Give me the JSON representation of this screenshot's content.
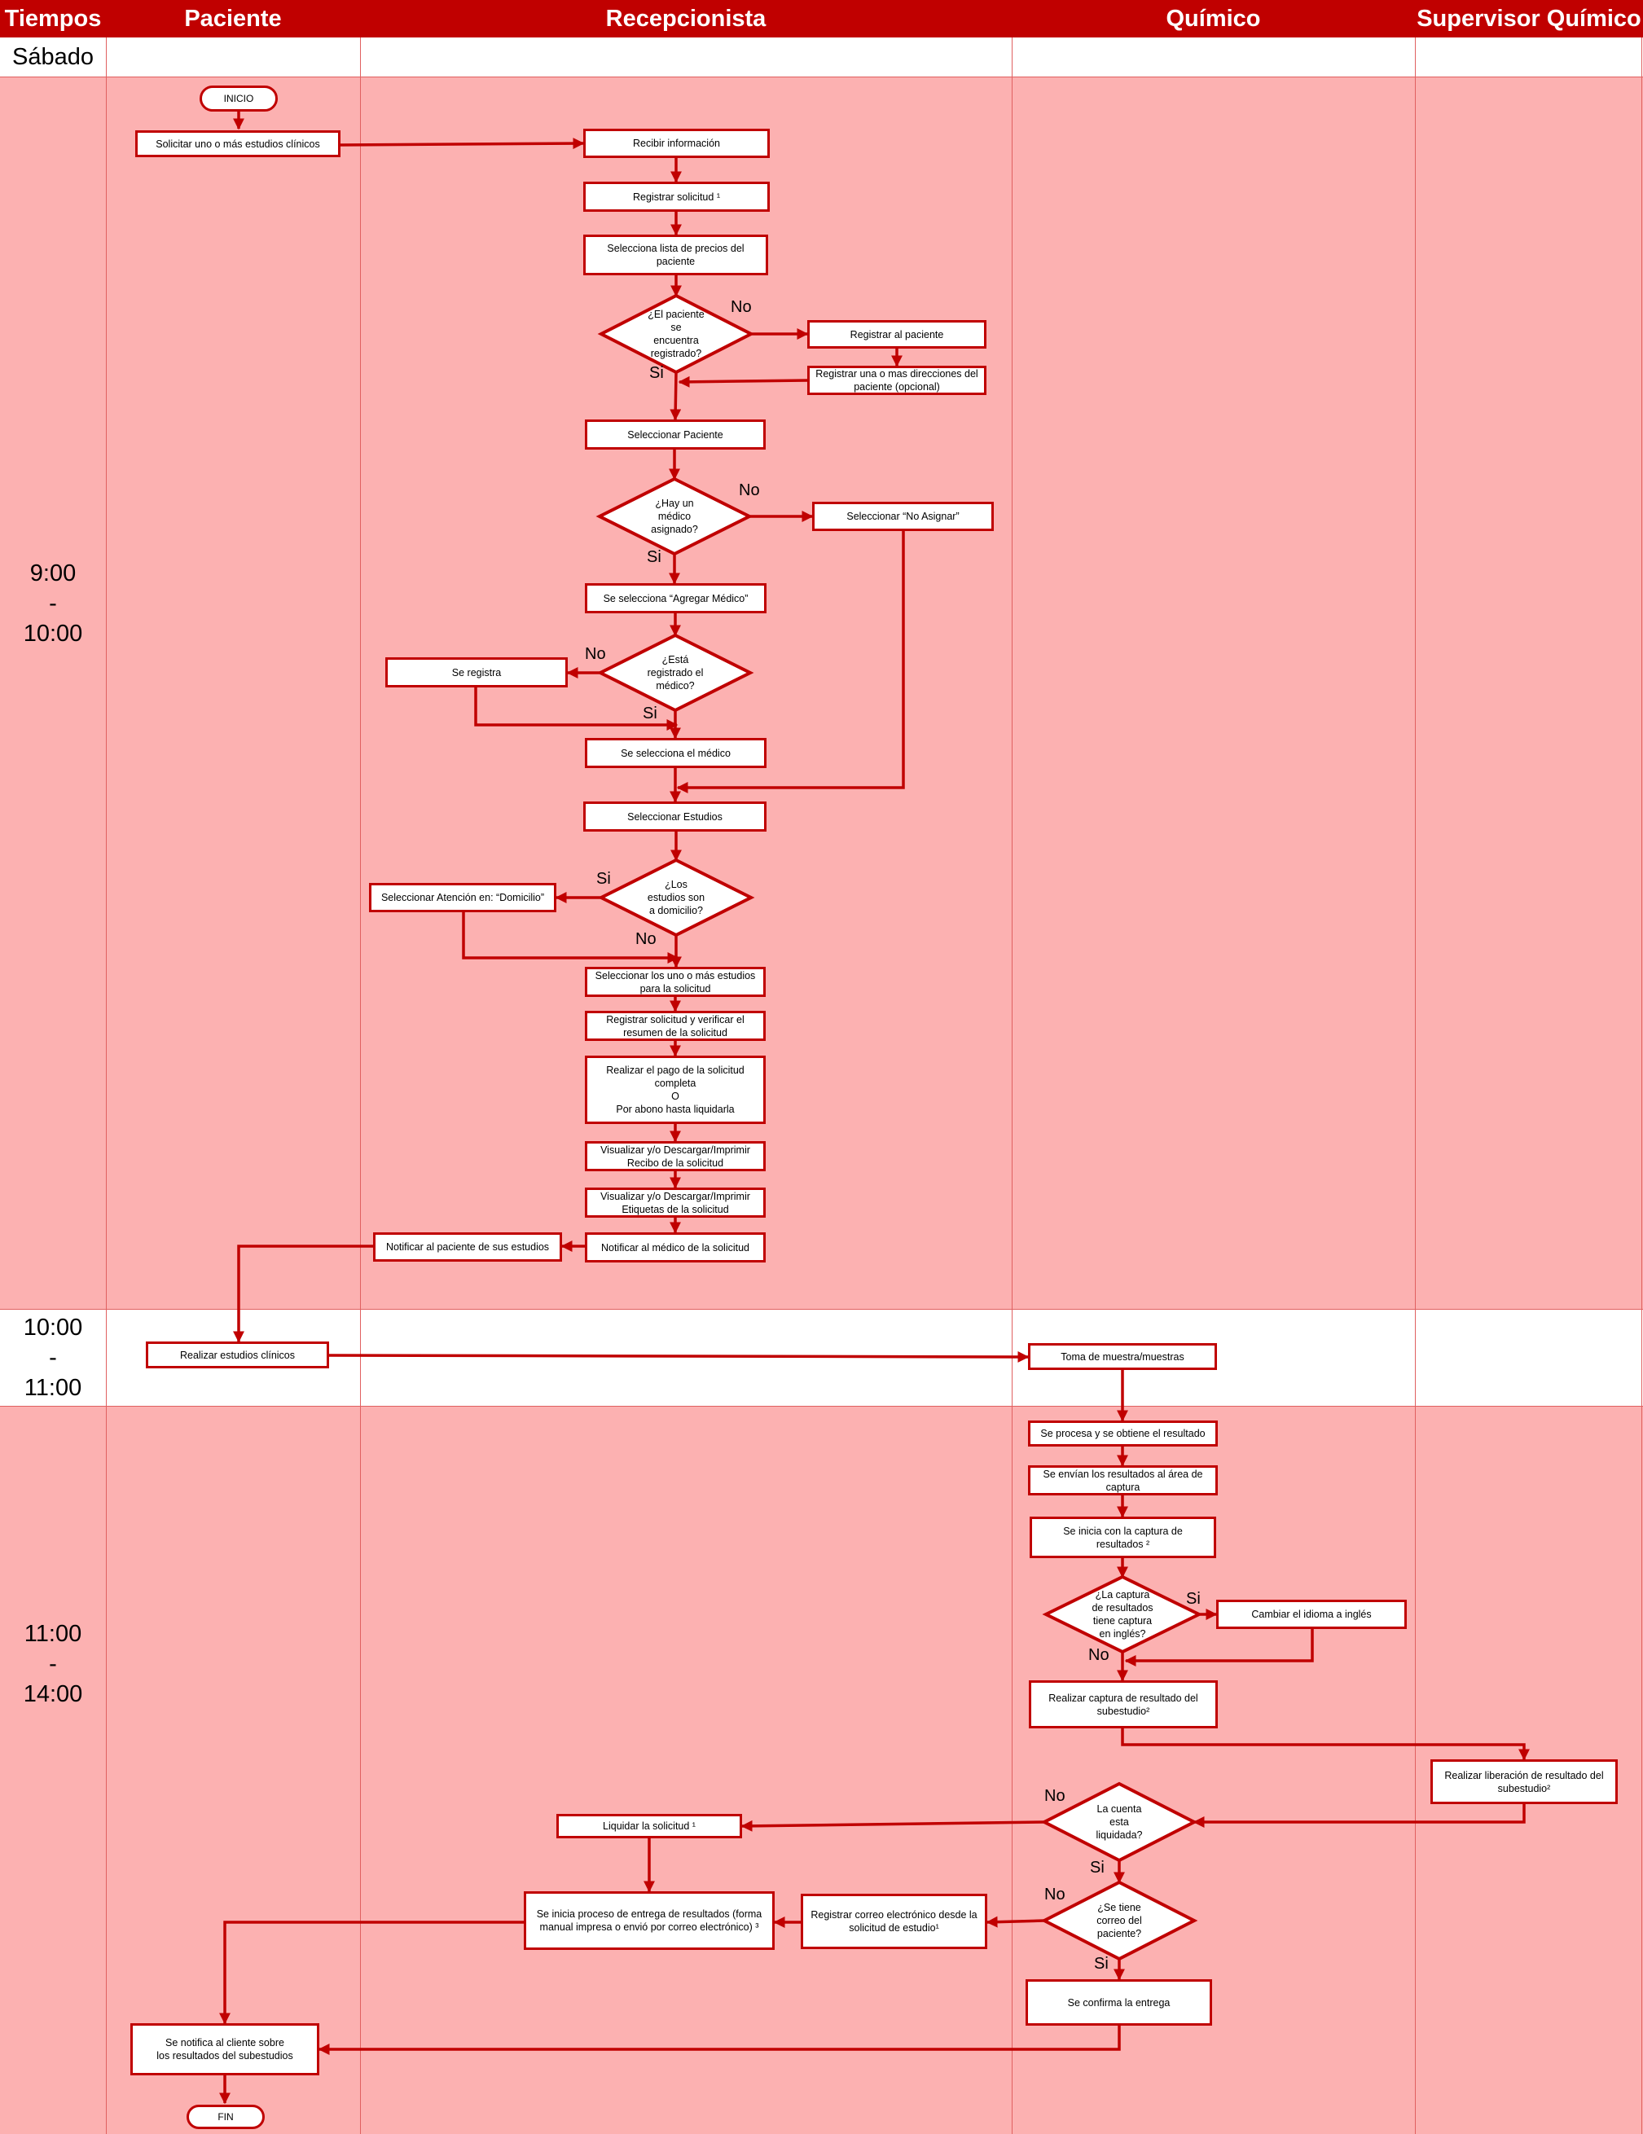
{
  "header": {
    "tiempos": "Tiempos",
    "paciente": "Paciente",
    "recepcionista": "Recepcionista",
    "quimico": "Químico",
    "supervisor": "Supervisor Químico"
  },
  "day": "Sábado",
  "times": [
    {
      "from": "9:00",
      "sep": "-",
      "to": "10:00"
    },
    {
      "from": "10:00",
      "sep": "-",
      "to": "11:00"
    },
    {
      "from": "11:00",
      "sep": "-",
      "to": "14:00"
    }
  ],
  "colors": {
    "header": "#c00000",
    "band_pink": "#fcb1b1",
    "stroke": "#c00000",
    "grid": "#e06060"
  },
  "nodes": {
    "inicio": "INICIO",
    "solicitar": "Solicitar uno o más estudios clínicos",
    "recibir": "Recibir información",
    "registrar_solicitud": "Registrar solicitud ¹",
    "lista_precios": "Selecciona lista de precios del\npaciente",
    "paciente_registrado": "¿El paciente\nse\nencuentra\nregistrado?",
    "registrar_paciente": "Registrar al paciente",
    "direcciones": "Registrar una o mas direcciones del\npaciente (opcional)",
    "seleccionar_paciente": "Seleccionar Paciente",
    "medico_asignado": "¿Hay un\nmédico\nasignado?",
    "no_asignar": "Seleccionar “No Asignar”",
    "agregar_medico": "Se selecciona “Agregar Médico”",
    "medico_registrado": "¿Está\nregistrado el\nmédico?",
    "se_registra": "Se registra",
    "selecciona_medico": "Se selecciona el médico",
    "seleccionar_estudios": "Seleccionar Estudios",
    "estudios_domicilio": "¿Los\nestudios son\na domicilio?",
    "atencion_domicilio": "Seleccionar Atención en: “Domicilio”",
    "uno_o_mas": "Seleccionar los uno o más estudios\npara la solicitud",
    "verificar_resumen": "Registrar solicitud y verificar el\nresumen de la solicitud",
    "pago": "Realizar el pago de la solicitud\ncompleta\nO\nPor abono hasta liquidarla",
    "recibo": "Visualizar y/o Descargar/Imprimir\nRecibo de la solicitud",
    "etiquetas": "Visualizar y/o Descargar/Imprimir\nEtiquetas de la solicitud",
    "notificar_medico": "Notificar al médico de la solicitud",
    "notificar_paciente": "Notificar al paciente de sus estudios",
    "realizar_estudios": "Realizar estudios clínicos",
    "toma_muestra": "Toma de muestra/muestras",
    "procesa": "Se procesa y se obtiene el resultado",
    "envian": "Se envían los resultados al área de\ncaptura",
    "inicia_captura": "Se inicia con la captura de\nresultados ²",
    "captura_ingles": "¿La captura\nde resultados\ntiene captura\nen inglés?",
    "cambiar_idioma": "Cambiar el idioma a inglés",
    "realizar_captura": "Realizar captura de resultado del\nsubestudio²",
    "liberacion": "Realizar liberación de resultado del\nsubestudio²",
    "cuenta_liquidada": "La cuenta\nesta\nliquidada?",
    "liquidar": "Liquidar la solicitud ¹",
    "correo": "¿Se tiene\ncorreo del\npaciente?",
    "registrar_correo": "Registrar correo electrónico desde la\nsolicitud de estudio¹",
    "entrega": "Se inicia proceso de entrega de resultados (forma\nmanual impresa o envió por correo electrónico) ³",
    "confirma": "Se confirma la entrega",
    "notifica_cliente": "Se notifica al cliente sobre\nlos resultados del subestudios",
    "fin": "FIN"
  },
  "edge_labels": {
    "no_1": "No",
    "si_1": "Si",
    "no_2": "No",
    "si_2": "Si",
    "no_3": "No",
    "si_3": "Si",
    "si_4": "Si",
    "no_4": "No",
    "si_5": "Si",
    "no_5": "No",
    "no_6": "No",
    "si_6": "Si",
    "no_7": "No",
    "si_7": "Si"
  }
}
